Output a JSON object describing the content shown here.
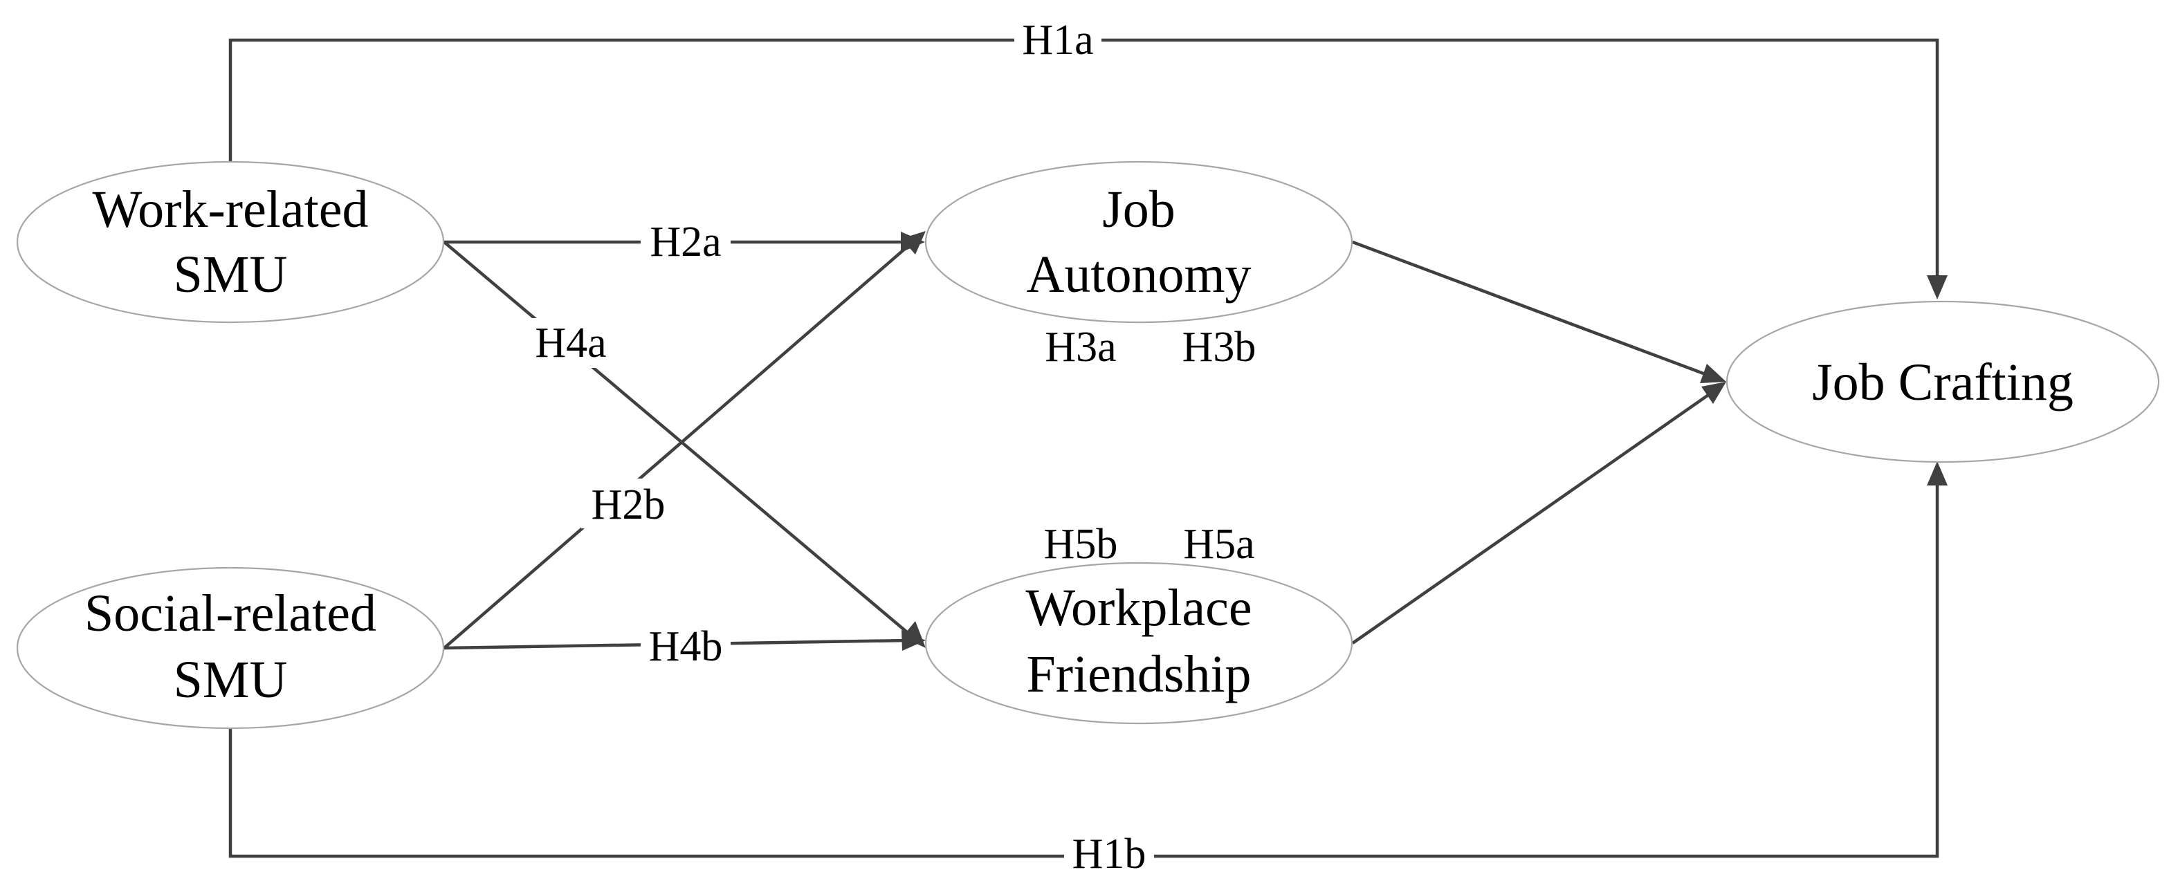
{
  "nodes": {
    "work_smu": {
      "line1": "Work-related",
      "line2": "SMU"
    },
    "social_smu": {
      "line1": "Social-related",
      "line2": "SMU"
    },
    "job_autonomy": {
      "line1": "Job",
      "line2": "Autonomy"
    },
    "workplace_friendship": {
      "line1": "Workplace",
      "line2": "Friendship"
    },
    "job_crafting": {
      "label": "Job Crafting"
    }
  },
  "hypotheses": {
    "h1a": "H1a",
    "h1b": "H1b",
    "h2a": "H2a",
    "h2b": "H2b",
    "h3a": "H3a",
    "h3b": "H3b",
    "h4a": "H4a",
    "h4b": "H4b",
    "h5a": "H5a",
    "h5b": "H5b"
  },
  "edges": [
    {
      "from": "Work-related SMU",
      "to": "Job Crafting",
      "label": "H1a"
    },
    {
      "from": "Social-related SMU",
      "to": "Job Crafting",
      "label": "H1b"
    },
    {
      "from": "Work-related SMU",
      "to": "Job Autonomy",
      "label": "H2a"
    },
    {
      "from": "Social-related SMU",
      "to": "Job Autonomy",
      "label": "H2b"
    },
    {
      "from": "Work-related SMU",
      "to": "Workplace Friendship",
      "label": "H4a"
    },
    {
      "from": "Social-related SMU",
      "to": "Workplace Friendship",
      "label": "H4b"
    },
    {
      "from": "Job Autonomy",
      "to": "Job Crafting",
      "label": ""
    },
    {
      "from": "Workplace Friendship",
      "to": "Job Crafting",
      "label": ""
    }
  ],
  "colors": {
    "edge": "#404040",
    "node_outline": "#a6a6a6",
    "text": "#000000",
    "background": "#ffffff"
  }
}
